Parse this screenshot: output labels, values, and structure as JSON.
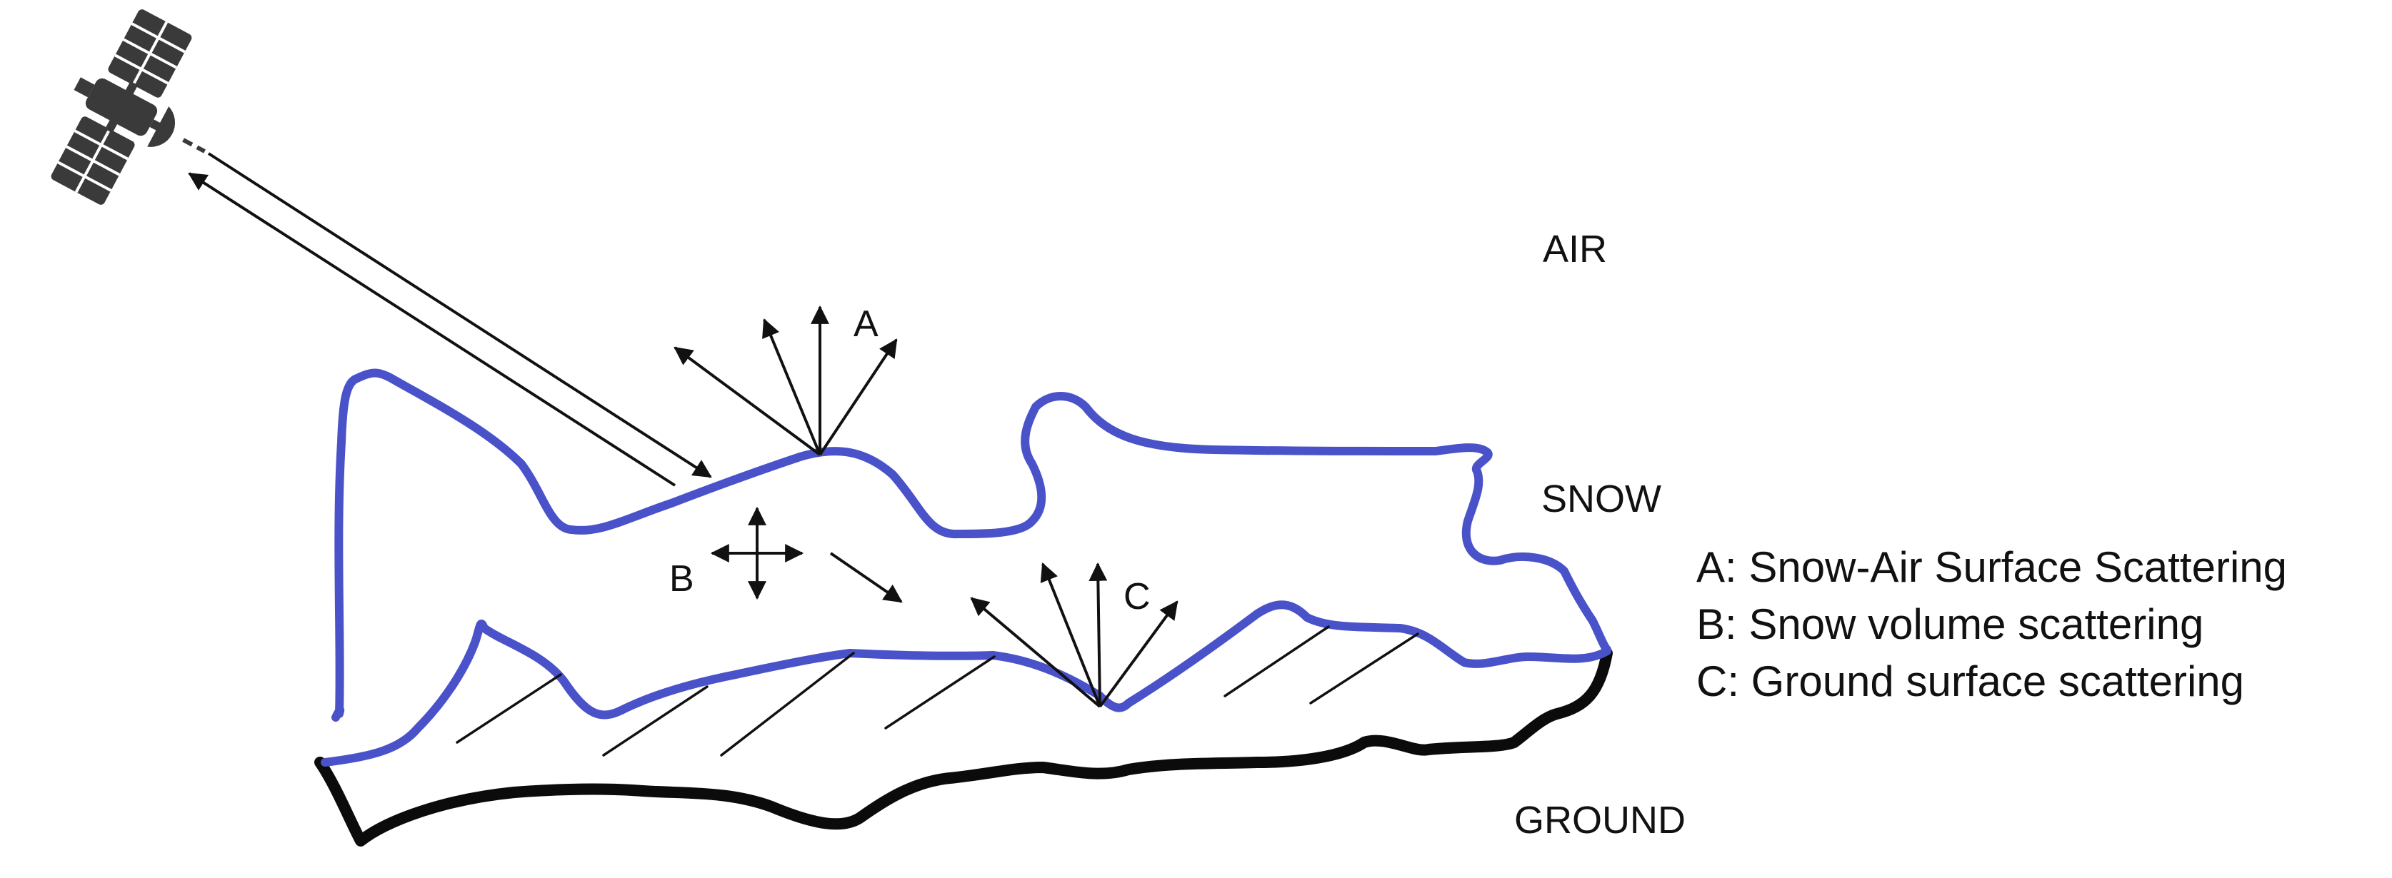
{
  "layers": {
    "air": "AIR",
    "snow": "SNOW",
    "ground": "GROUND"
  },
  "markers": {
    "a": "A",
    "b": "B",
    "c": "C"
  },
  "legend": [
    "A: Snow-Air Surface Scattering",
    "B: Snow volume scattering",
    "C: Ground surface scattering"
  ],
  "colors": {
    "snow_outline": "#4a52c9",
    "ground_outline": "#0b0b0b",
    "arrows": "#111111"
  },
  "icons": {
    "satellite": "satellite-icon"
  }
}
